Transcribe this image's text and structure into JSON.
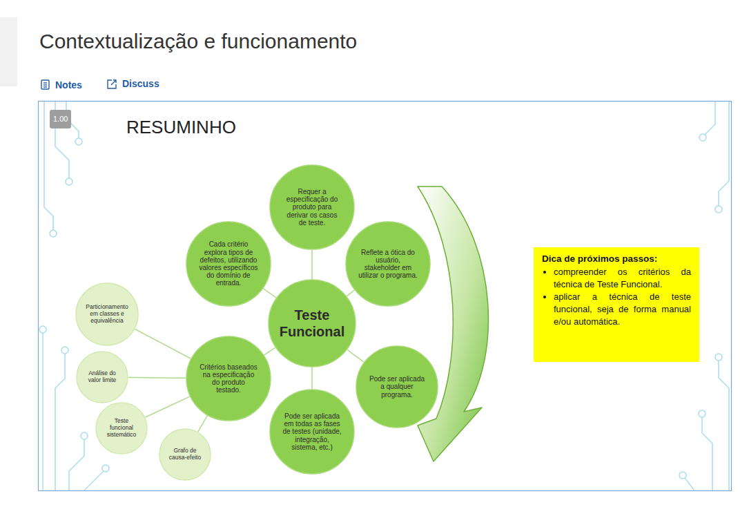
{
  "diagram": {
    "title": "Contextualização e funcionamento",
    "nodes": [
      {
        "text": [
          "Requer a especificação do produto para derivar os casos de teste."
        ]
      },
      {
        "text": [
          "Cada critério explora tipos de defeitos, utilizando valores específicos do domínio de entrada."
        ]
      },
      {
        "text": [
          "Reflete a ótica do usuário, stakeholder em utilizar o programa."
        ]
      },
      {
        "text": [
          "Dica de próximos passos:",
          "compreender os critérios da técnica de Teste Funcional.",
          "aplicar a técnica de teste funcional, seja de forma manual e/ou automática."
        ]
      },
      {
        "text": [
          "Particionamento em classes e equivalência"
        ]
      },
      {
        "text": [
          "Teste Funcional"
        ]
      },
      {
        "text": [
          "Análise do valor limite"
        ]
      },
      {
        "text": [
          "Critérios baseados na especificação do produto testado."
        ]
      },
      {
        "text": [
          "Pode ser aplicada a qualquer programa."
        ]
      },
      {
        "text": [
          "Teste funcional sistemático"
        ]
      },
      {
        "text": [
          "Pode ser aplicada em todas as fases de testes (unidade, integração, sistema, etc.)"
        ]
      },
      {
        "text": [
          "Grafo de causa-efeito"
        ]
      }
    ],
    "edges": [
      {
        "from": 5,
        "to": 0,
        "arrow": "none"
      },
      {
        "from": 5,
        "to": 1,
        "arrow": "none"
      },
      {
        "from": 5,
        "to": 2,
        "arrow": "none"
      },
      {
        "from": 5,
        "to": 7,
        "arrow": "none"
      },
      {
        "from": 5,
        "to": 8,
        "arrow": "none"
      },
      {
        "from": 5,
        "to": 10,
        "arrow": "none"
      },
      {
        "from": 7,
        "to": 4,
        "arrow": "none"
      },
      {
        "from": 7,
        "to": 6,
        "arrow": "none"
      },
      {
        "from": 7,
        "to": 9,
        "arrow": "none"
      },
      {
        "from": 7,
        "to": 11,
        "arrow": "none"
      }
    ],
    "labels": [
      "Notes",
      "Discuss",
      "1.00",
      "RESUMINHO"
    ]
  }
}
